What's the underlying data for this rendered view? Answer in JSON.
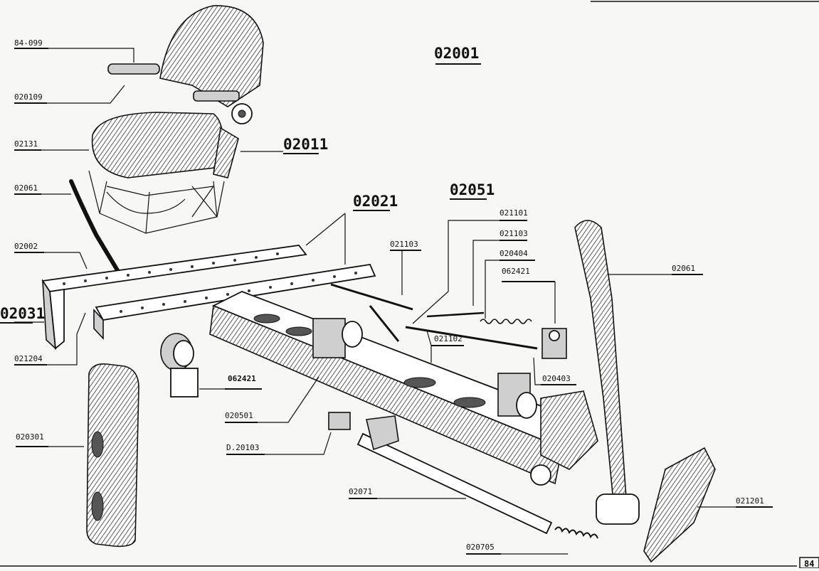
{
  "sheet": {
    "title": "02001",
    "page_number": "84"
  },
  "groups": {
    "g02011": "02011",
    "g02021": "02021",
    "g02031": "02031",
    "g02051": "02051"
  },
  "callouts": {
    "c84099": "84-099",
    "c020109": "020109",
    "c02131": "02131",
    "c02061_left": "02061",
    "c02002": "02002",
    "c021204": "021204",
    "c062421_left": "062421",
    "c020501": "020501",
    "c020301": "020301",
    "cD20103": "D.20103",
    "c02071": "02071",
    "c020705": "020705",
    "c021103_left": "021103",
    "c021101": "021101",
    "c021103_right": "021103",
    "c020404": "020404",
    "c062421_right": "062421",
    "c021102": "021102",
    "c020403": "020403",
    "c02061_right": "02061",
    "c021201": "021201"
  }
}
